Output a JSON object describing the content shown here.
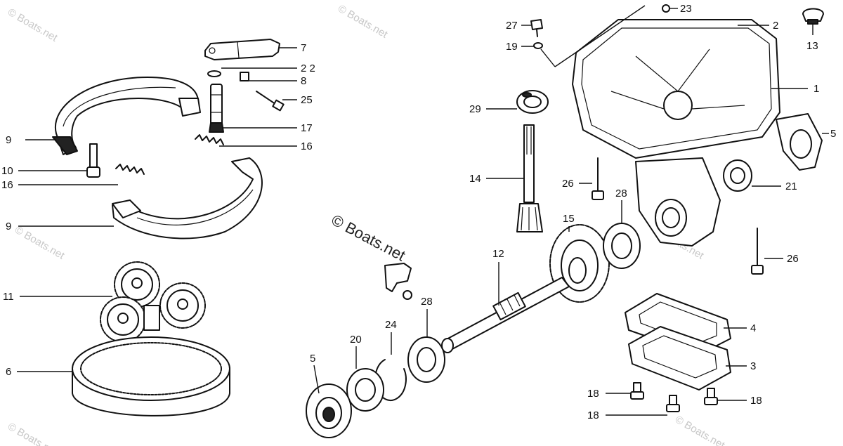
{
  "watermark": {
    "main": "© Boats.net",
    "repeat": "© Boats.net"
  },
  "callouts": {
    "c1": "1",
    "c2": "2",
    "c3": "3",
    "c4": "4",
    "c5a": "5",
    "c5b": "5",
    "c6": "6",
    "c7": "7",
    "c8": "8",
    "c9a": "9",
    "c9b": "9",
    "c10": "10",
    "c11": "11",
    "c12": "12",
    "c13": "13",
    "c14": "14",
    "c15": "15",
    "c16a": "16",
    "c16b": "16",
    "c17": "17",
    "c18a": "18",
    "c18b": "18",
    "c18c": "18",
    "c19": "19",
    "c20": "20",
    "c21": "21",
    "c22": "2 2",
    "c23": "23",
    "c24": "24",
    "c25": "25",
    "c26a": "26",
    "c26b": "26",
    "c27": "27",
    "c28a": "28",
    "c28b": "28",
    "c29": "29"
  },
  "colors": {
    "ink": "#111111",
    "watermark": "#c8c8c8",
    "paper": "#ffffff"
  }
}
